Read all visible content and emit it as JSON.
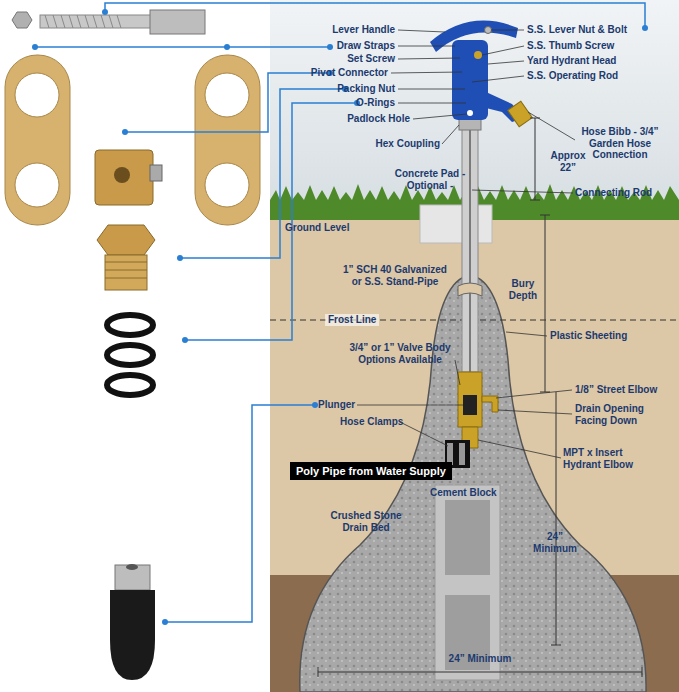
{
  "diagram": {
    "nodes": [
      {
        "text": [
          "Poly Pipe from Water Supply"
        ]
      }
    ],
    "edges": [],
    "labels": [
      "Lever Handle",
      "S.S. Lever Nut & Bolt",
      "Draw Straps",
      "S.S. Thumb Screw",
      "Set Screw",
      "Yard Hydrant Head",
      "Pivot Connector",
      "S.S. Operating Rod",
      "Packing Nut",
      "O-Rings",
      "Padlock Hole",
      "Hose Bibb - 3/4” Garden Hose Connection",
      "Hex Coupling",
      "Approx 22”",
      "Concrete Pad - Optional -",
      "Connecting Rod",
      "Ground Level",
      "1” SCH 40 Galvanized or S.S. Stand-Pipe",
      "Bury Depth",
      "Frost Line",
      "Plastic Sheeting",
      "3/4” or 1” Valve Body Options Available",
      "1/8” Street Elbow",
      "Plunger",
      "Drain Opening Facing Down",
      "Hose Clamps",
      "MPT x Insert Hydrant Elbow",
      "Cement Block",
      "Crushed Stone Drain Bed",
      "24” Minimum",
      "24” Minimum"
    ]
  }
}
